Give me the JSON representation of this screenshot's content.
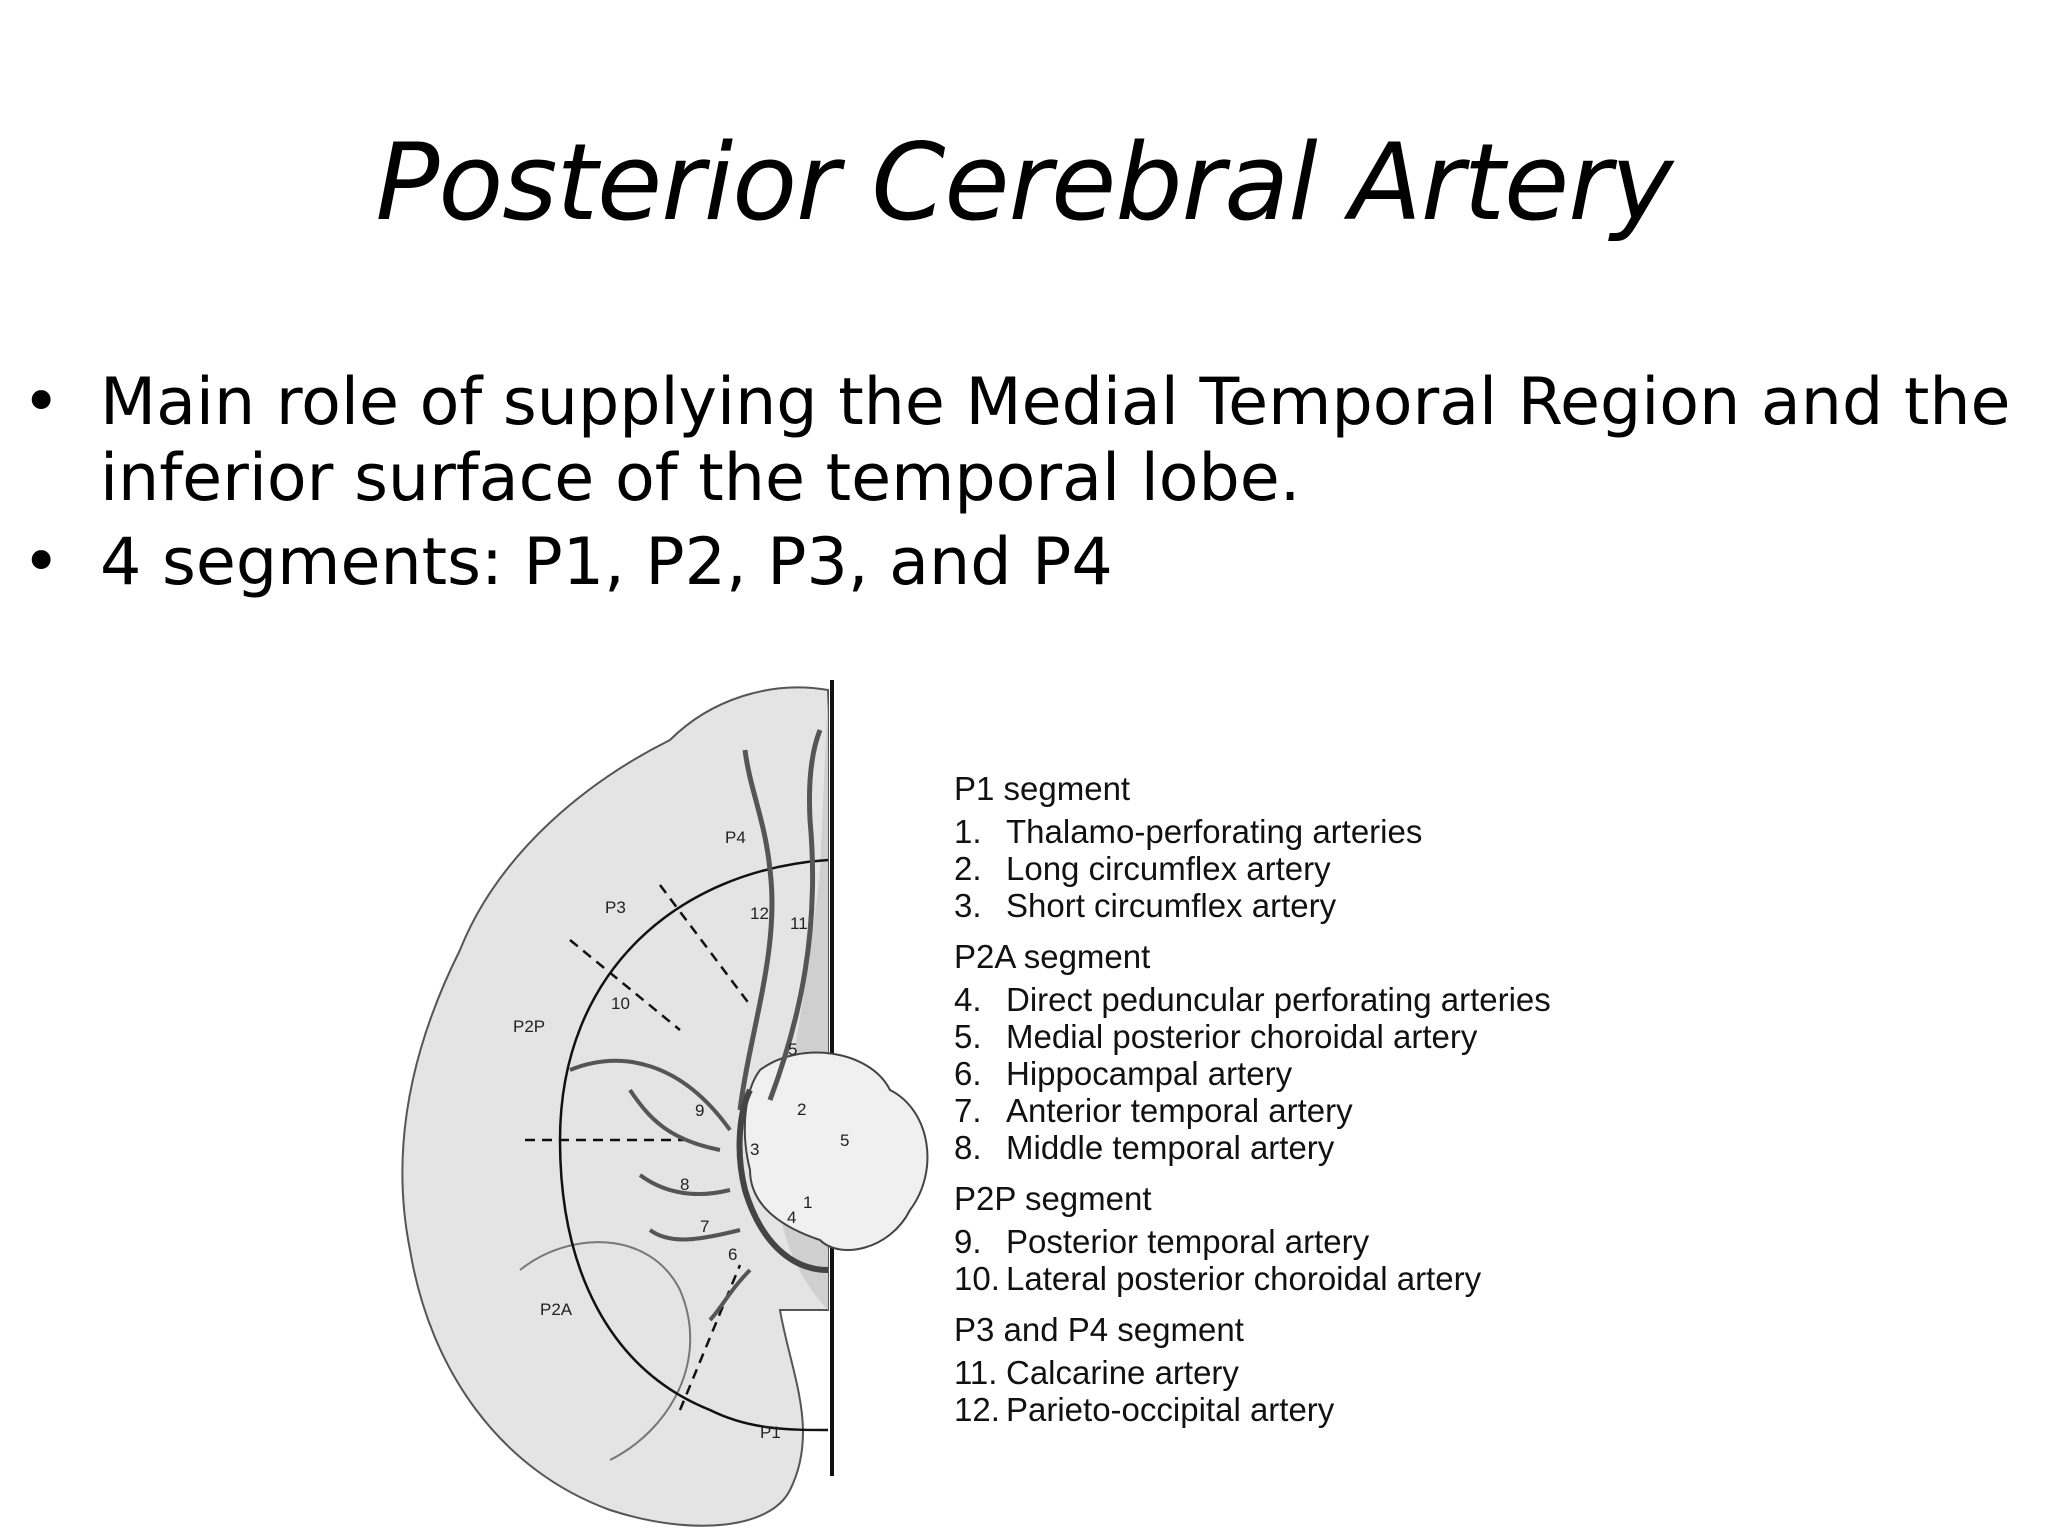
{
  "slide": {
    "title": "Posterior Cerebral Artery",
    "bullets": [
      "Main role of supplying the Medial Temporal Region and the inferior surface of the temporal lobe.",
      "4 segments: P1, P2, P3, and P4"
    ],
    "bullet_glyph": "•"
  },
  "figure": {
    "region_labels": [
      "P4",
      "P3",
      "P2P",
      "P2A",
      "P1"
    ],
    "number_labels": [
      "1",
      "2",
      "3",
      "4",
      "5",
      "5",
      "6",
      "7",
      "8",
      "9",
      "10",
      "11",
      "12"
    ],
    "legend": [
      {
        "heading": "P1 segment",
        "items": [
          {
            "num": "1.",
            "text": "Thalamo-perforating arteries"
          },
          {
            "num": "2.",
            "text": "Long circumflex artery"
          },
          {
            "num": "3.",
            "text": "Short circumflex artery"
          }
        ]
      },
      {
        "heading": "P2A segment",
        "items": [
          {
            "num": "4.",
            "text": "Direct peduncular perforating arteries"
          },
          {
            "num": "5.",
            "text": "Medial posterior choroidal artery"
          },
          {
            "num": "6.",
            "text": "Hippocampal artery"
          },
          {
            "num": "7.",
            "text": "Anterior temporal artery"
          },
          {
            "num": "8.",
            "text": "Middle temporal artery"
          }
        ]
      },
      {
        "heading": "P2P segment",
        "items": [
          {
            "num": "9.",
            "text": "Posterior temporal artery"
          },
          {
            "num": "10.",
            "text": "Lateral posterior choroidal artery"
          }
        ]
      },
      {
        "heading": "P3 and P4 segment",
        "items": [
          {
            "num": "11.",
            "text": "Calcarine artery"
          },
          {
            "num": "12.",
            "text": "Parieto-occipital artery"
          }
        ]
      }
    ]
  }
}
